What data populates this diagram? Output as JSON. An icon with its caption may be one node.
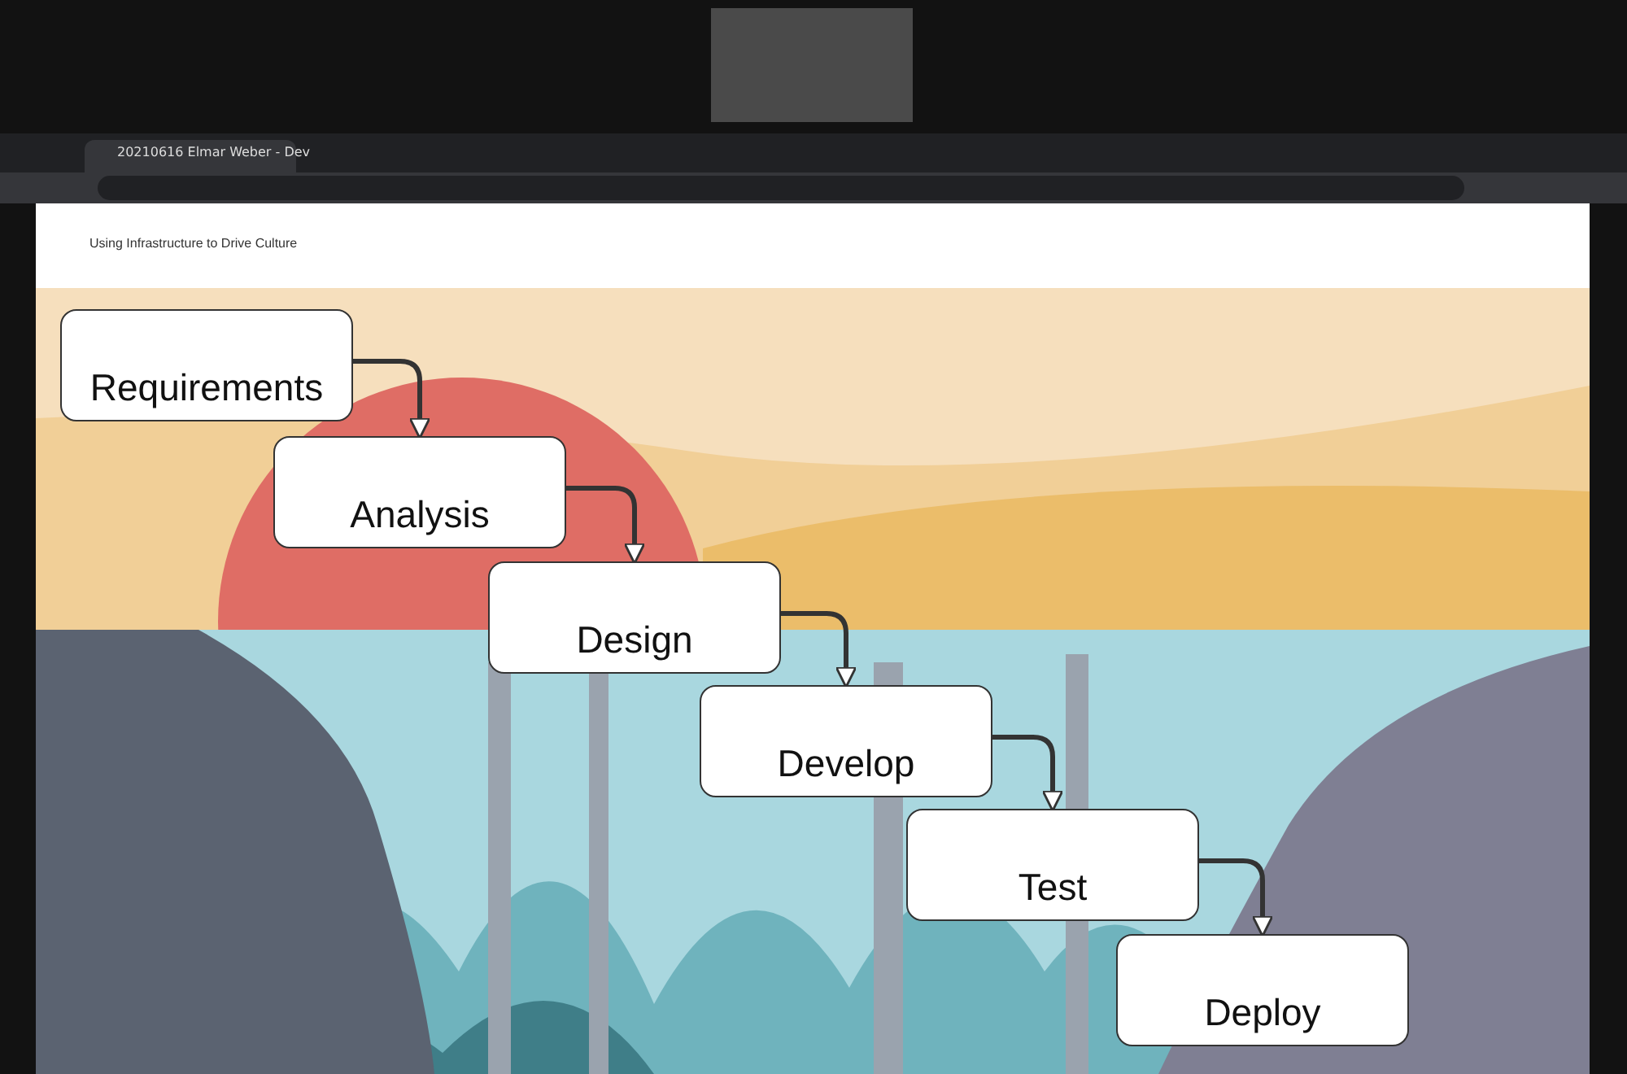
{
  "diagram": {
    "nodes": [
      {
        "text": [
          "Requirements"
        ]
      },
      {
        "text": [
          "Analysis"
        ]
      },
      {
        "text": [
          "Design"
        ]
      },
      {
        "text": [
          "Develop"
        ]
      },
      {
        "text": [
          "Test"
        ]
      },
      {
        "text": [
          "Deploy"
        ]
      }
    ],
    "edges": [
      {
        "from": 0,
        "to": 1,
        "arrow": "to"
      },
      {
        "from": 1,
        "to": 2,
        "arrow": "to"
      },
      {
        "from": 2,
        "to": 3,
        "arrow": "to"
      },
      {
        "from": 3,
        "to": 4,
        "arrow": "to"
      },
      {
        "from": 4,
        "to": 5,
        "arrow": "to"
      }
    ],
    "labels": [
      "20210616 Elmar Weber - Dev",
      "Using Infrastructure to Drive Culture"
    ]
  }
}
